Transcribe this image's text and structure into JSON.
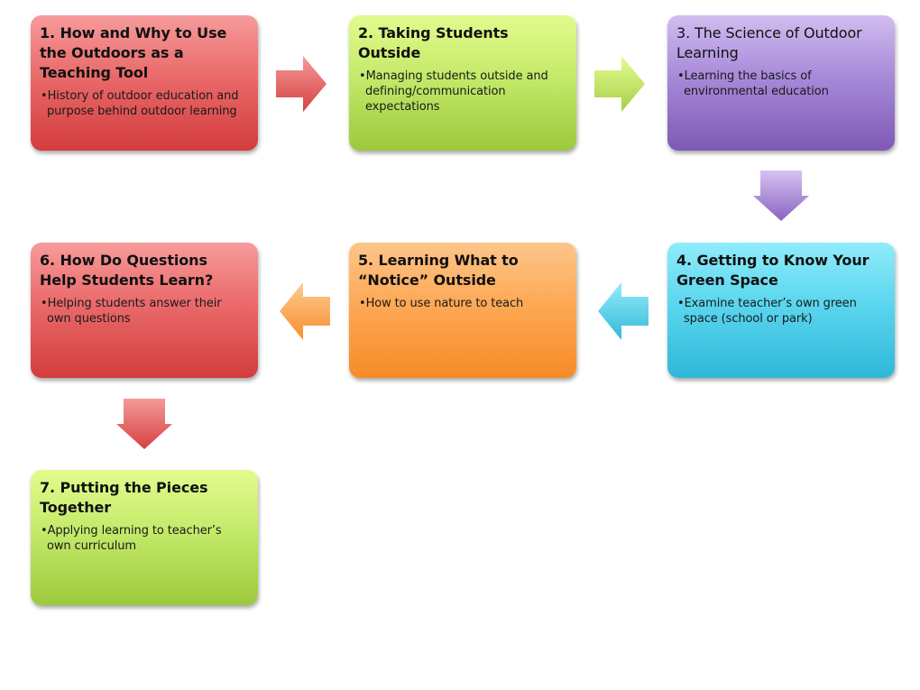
{
  "steps": [
    {
      "title": "1. How and Why to Use the Outdoors as a Teaching Tool",
      "bullet": "•History of outdoor education and purpose behind outdoor learning",
      "color": "#e85e5e"
    },
    {
      "title": "2. Taking Students Outside",
      "bullet": "•Managing students outside and defining/communication expectations",
      "color": "#b9e05a"
    },
    {
      "title": "3. The Science of Outdoor Learning",
      "bullet": "•Learning the basics of environmental education",
      "color": "#9b7acb"
    },
    {
      "title": "4. Getting to Know Your Green Space",
      "bullet": "•Examine teacher’s own green space (school or park)",
      "color": "#4ccbe6"
    },
    {
      "title": "5. Learning What to “Notice” Outside",
      "bullet": "•How to use nature to teach",
      "color": "#fba04a"
    },
    {
      "title": "6. How Do Questions Help Students Learn?",
      "bullet": "•Helping students answer their own questions",
      "color": "#e85e5e"
    },
    {
      "title": "7. Putting the Pieces Together",
      "bullet": "•Applying learning to teacher’s own curriculum",
      "color": "#b9e05a"
    }
  ],
  "arrow_colors": {
    "red": "#e46262",
    "green": "#b6e15c",
    "purple": "#9f7fd0",
    "blue": "#4cc8e4",
    "orange": "#fba24c"
  }
}
